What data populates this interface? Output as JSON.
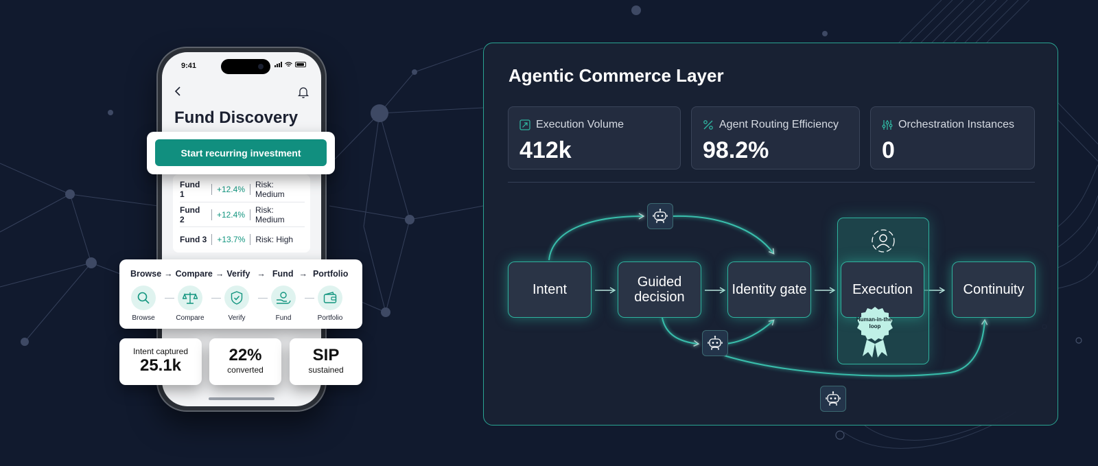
{
  "phone": {
    "status_time": "9:41",
    "title": "Fund Discovery",
    "cta_label": "Start recurring investment",
    "funds": [
      {
        "name": "Fund 1",
        "return": "+12.4%",
        "risk": "Risk: Medium"
      },
      {
        "name": "Fund 2",
        "return": "+12.4%",
        "risk": "Risk: Medium"
      },
      {
        "name": "Fund 3",
        "return": "+13.7%",
        "risk": "Risk: High"
      }
    ]
  },
  "journey": {
    "flow": [
      "Browse",
      "Compare",
      "Verify",
      "Fund",
      "Portfolio"
    ],
    "arrow": "→",
    "steps": [
      {
        "label": "Browse",
        "icon": "search-icon"
      },
      {
        "label": "Compare",
        "icon": "scale-icon"
      },
      {
        "label": "Verify",
        "icon": "shield-check-icon"
      },
      {
        "label": "Fund",
        "icon": "hand-coin-icon"
      },
      {
        "label": "Portfolio",
        "icon": "wallet-icon"
      }
    ]
  },
  "stats": [
    {
      "top": "Intent captured",
      "big": "25.1k"
    },
    {
      "big": "22%",
      "bottom": "converted"
    },
    {
      "big": "SIP",
      "bottom": "sustained"
    }
  ],
  "panel": {
    "title": "Agentic Commerce Layer",
    "metrics": [
      {
        "label": "Execution Volume",
        "value": "412k",
        "icon": "trend-up-icon"
      },
      {
        "label": "Agent Routing Efficiency",
        "value": "98.2%",
        "icon": "percent-icon"
      },
      {
        "label": "Orchestration Instances",
        "value": "0",
        "icon": "sliders-icon"
      }
    ],
    "nodes": [
      "Intent",
      "Guided decision",
      "Identity gate",
      "Execution",
      "Continuity"
    ],
    "badge": "Human-in-the-loop"
  },
  "colors": {
    "background": "#111a2e",
    "accent": "#2fb39f",
    "button": "#118f7f",
    "positive": "#12957f"
  }
}
